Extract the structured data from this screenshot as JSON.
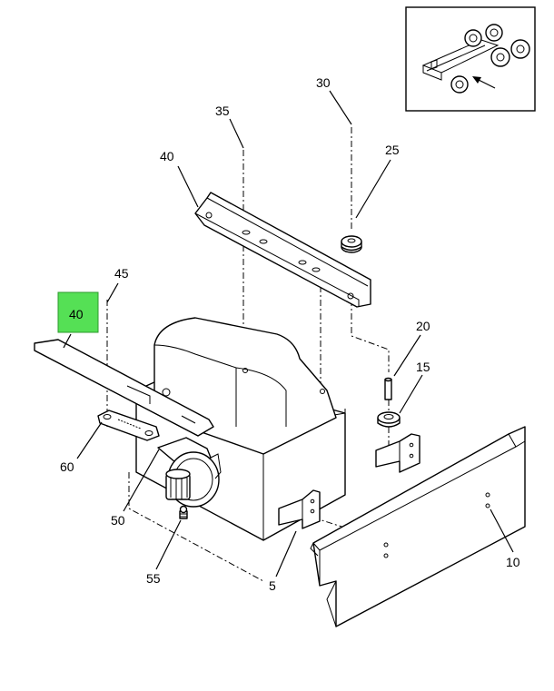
{
  "callouts": {
    "c30": "30",
    "c35": "35",
    "c25": "25",
    "c40_top": "40",
    "c45": "45",
    "c40_highlight": "40",
    "c20": "20",
    "c15": "15",
    "c60": "60",
    "c50": "50",
    "c55": "55",
    "c5": "5",
    "c10": "10"
  },
  "colors": {
    "highlight": "#55e055",
    "line": "#000000",
    "background": "#ffffff"
  }
}
